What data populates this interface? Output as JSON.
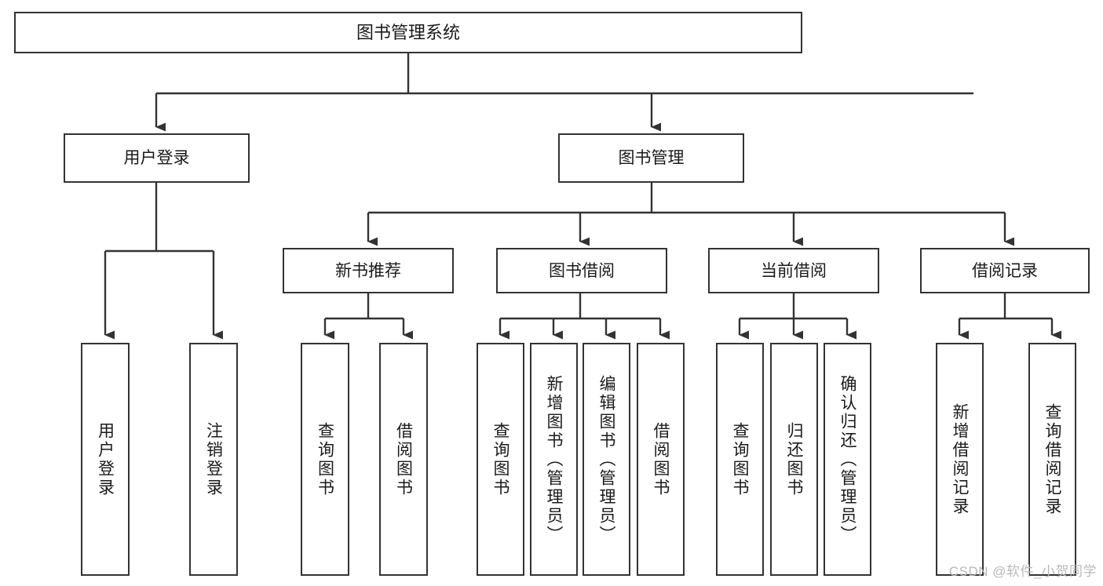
{
  "diagram": {
    "title": "图书管理系统",
    "type": "tree-hierarchy",
    "levels": 4,
    "root": {
      "label": "图书管理系统"
    },
    "level2": [
      {
        "label": "用户登录"
      },
      {
        "label": "图书管理"
      }
    ],
    "level3": [
      {
        "label": "新书推荐"
      },
      {
        "label": "图书借阅"
      },
      {
        "label": "当前借阅"
      },
      {
        "label": "借阅记录"
      }
    ],
    "leaves": {
      "user_login": [
        {
          "label": "用户登录"
        },
        {
          "label": "注销登录"
        }
      ],
      "new_book_recommend": [
        {
          "label": "查询图书"
        },
        {
          "label": "借阅图书"
        }
      ],
      "book_borrow": [
        {
          "label": "查询图书"
        },
        {
          "label": "新增图书（管理员）"
        },
        {
          "label": "编辑图书（管理员）"
        },
        {
          "label": "借阅图书"
        }
      ],
      "current_borrow": [
        {
          "label": "查询图书"
        },
        {
          "label": "归还图书"
        },
        {
          "label": "确认归还（管理员）"
        }
      ],
      "borrow_record": [
        {
          "label": "新增借阅记录"
        },
        {
          "label": "查询借阅记录"
        }
      ]
    }
  },
  "watermark": {
    "text": "CSDN @软件_小贺同学"
  },
  "colors": {
    "box_border": "#333333",
    "box_fill": "#ffffff",
    "text": "#1a1a1a",
    "connector": "#333333",
    "watermark": "#b9b9b9"
  }
}
